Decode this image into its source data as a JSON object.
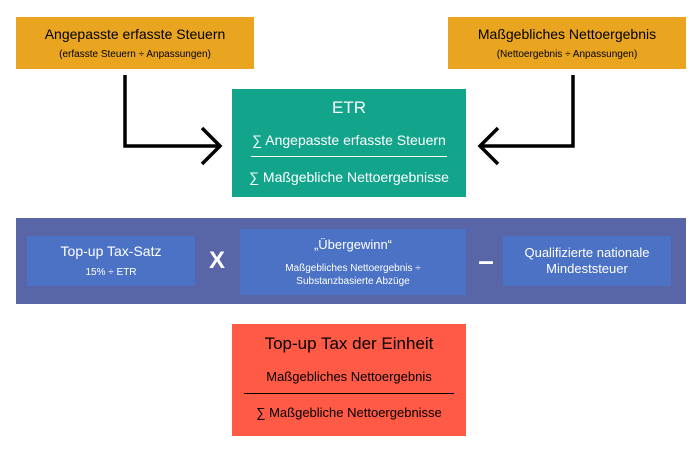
{
  "top_left": {
    "title": "Angepasste erfasste Steuern",
    "subtitle": "(erfasste Steuern ÷ Anpassungen)"
  },
  "top_right": {
    "title": "Maßgebliches Nettoergebnis",
    "subtitle": "(Nettoergebnis ÷ Anpassungen)"
  },
  "etr": {
    "title": "ETR",
    "numerator": "∑ Angepasste erfasste Steuern",
    "denominator": "∑ Maßgebliche Nettoergebnisse"
  },
  "formula": {
    "rate": {
      "title": "Top-up Tax-Satz",
      "subtitle": "15% ÷ ETR"
    },
    "operator_multiply": "X",
    "excess": {
      "title": "„Übergewinn“",
      "subtitle": "Maßgebliches Nettoergebnis ÷ Substanzbasierte Abzüge"
    },
    "operator_minus": "–",
    "qdmtt": {
      "title": "Qualifizierte nationale Mindeststeuer"
    }
  },
  "result": {
    "title": "Top-up Tax der Einheit",
    "numerator": "Maßgebliches Nettoergebnis",
    "denominator": "∑ Maßgebliche Nettoergebnisse"
  },
  "colors": {
    "orange": "#e9a520",
    "teal": "#12a58c",
    "band": "#5866a8",
    "blue": "#4b72c4",
    "red": "#ff5a45"
  }
}
